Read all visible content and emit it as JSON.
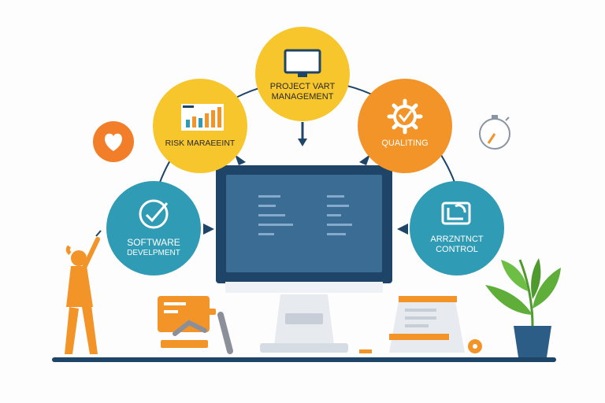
{
  "nodes": {
    "project": {
      "line1": "PROJECT VART",
      "line2": "MANAGEMENT",
      "color": "#f6c62c"
    },
    "risk": {
      "line1": "RISK MARAEEINT",
      "color": "#f6c62c"
    },
    "quality": {
      "line1": "QUALITING",
      "color": "#f39428"
    },
    "software": {
      "line1": "SOFTWARE",
      "line2": "DEVELPMENT",
      "color": "#2f9bb5"
    },
    "control": {
      "line1": "ARRZNTNCT",
      "line2": "CONTROL",
      "color": "#2f9bb5"
    }
  },
  "colors": {
    "navy": "#1e4468",
    "screen": "#3b6c93",
    "orange": "#f39428",
    "heart_badge": "#f27e2a",
    "plant": "#5fae3a",
    "pot": "#2c5d87"
  },
  "icons": [
    "monitor-icon",
    "bar-chart-icon",
    "gear-icon",
    "checkmark-icon",
    "control-chart-icon",
    "heart-icon",
    "stopwatch-icon"
  ]
}
